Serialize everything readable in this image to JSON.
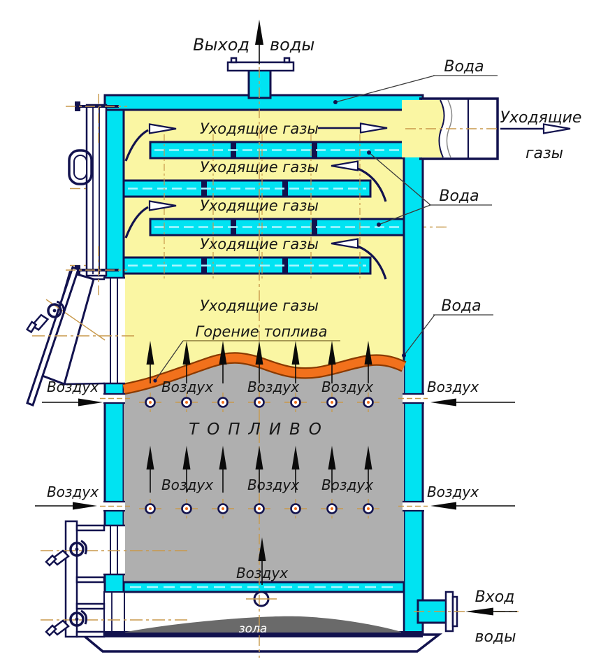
{
  "diagram": "solid-fuel-water-boiler-schematic",
  "colors": {
    "water_cyan": "#00E3F2",
    "flue_yellow": "#FAF6A3",
    "outline_navy": "#12124E",
    "combustion_orange": "#F2711C",
    "fuel_gray": "#AFAFAF",
    "ash_gray": "#6A6A6A",
    "centerline_tan": "#C8994B"
  },
  "labels": {
    "water_out_1": "Выход",
    "water_out_2": "воды",
    "water": "Вода",
    "flue_gases": "Уходящие газы",
    "exhaust_1": "Уходящие",
    "exhaust_2": "газы",
    "burning": "Горение топлива",
    "air": "Воздух",
    "fuel": "ТОПЛИВО",
    "ash": "зола",
    "water_in_1": "Вход",
    "water_in_2": "воды"
  }
}
